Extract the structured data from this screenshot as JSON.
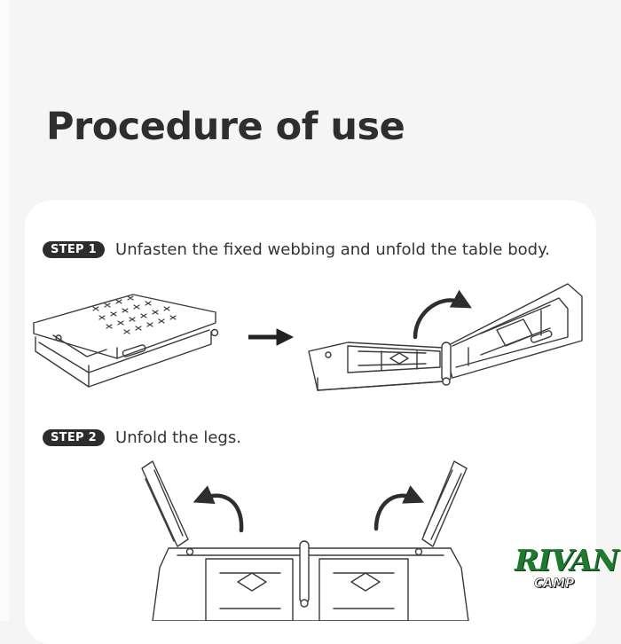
{
  "page": {
    "title": "Procedure of use"
  },
  "steps": [
    {
      "badge": "STEP 1",
      "text": "Unfasten the fixed webbing and unfold the table body."
    },
    {
      "badge": "STEP 2",
      "text": "Unfold the legs."
    }
  ],
  "logo": {
    "word": "RIVAN",
    "sub": "CAMP",
    "color": "#1e7a2e"
  },
  "colors": {
    "background": "#f5f5f5",
    "card": "#ffffff",
    "badge": "#2d2d2d",
    "text": "#333333",
    "line": "#3a3a3a"
  },
  "icons": [
    "right-arrow-icon",
    "curved-arrow-icon"
  ]
}
